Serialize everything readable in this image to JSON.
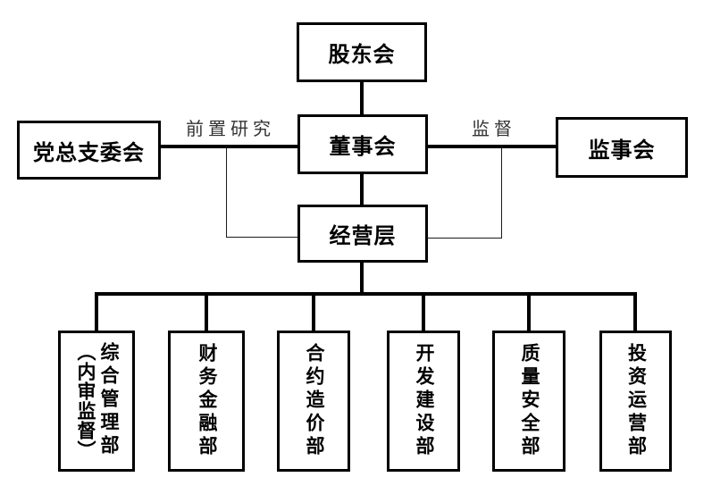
{
  "diagram": {
    "type": "org-chart",
    "nodes": {
      "shareholders": {
        "label": "股东会"
      },
      "board": {
        "label": "董事会"
      },
      "party_committee": {
        "label": "党总支委会"
      },
      "supervisory_board": {
        "label": "监事会"
      },
      "management": {
        "label": "经营层"
      },
      "departments": [
        {
          "label": "综合管理部",
          "sublabel": "（内审监督）"
        },
        {
          "label": "财务金融部"
        },
        {
          "label": "合约造价部"
        },
        {
          "label": "开发建设部"
        },
        {
          "label": "质量安全部"
        },
        {
          "label": "投资运营部"
        }
      ]
    },
    "edge_labels": {
      "left": "前置研究",
      "right": "监督"
    },
    "colors": {
      "background": "#ffffff",
      "box_border": "#000000",
      "box_text": "#000000",
      "connector": "#000000",
      "edge_label_text": "#333333"
    }
  }
}
